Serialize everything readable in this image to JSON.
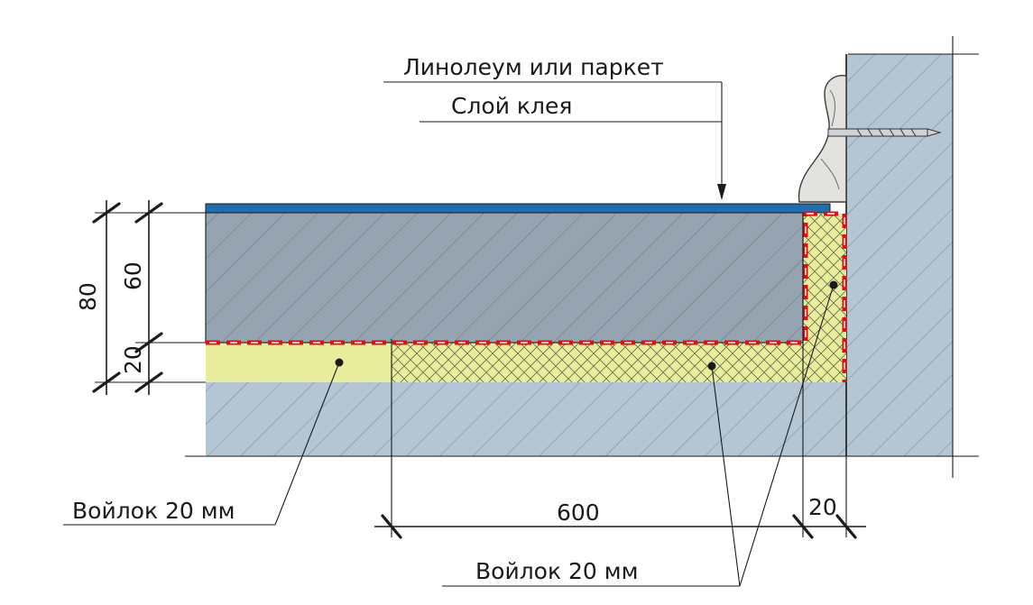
{
  "labels": {
    "linoleum": "Линолеум или паркет",
    "glue": "Слой клея",
    "felt_left": "Войлок 20 мм",
    "felt_bottom": "Войлок 20 мм"
  },
  "dimensions": {
    "total_height": "80",
    "screed_height": "60",
    "felt_height": "20",
    "slab_length": "600",
    "gap_width": "20"
  },
  "colors": {
    "screed": "#95a4b0",
    "slab": "#b4c6d3",
    "wall": "#b4c6d3",
    "felt": "#e8ed9e",
    "flooring": "#1f6fb0",
    "damper_line": "#e01010",
    "ink": "#1a1a1a"
  }
}
